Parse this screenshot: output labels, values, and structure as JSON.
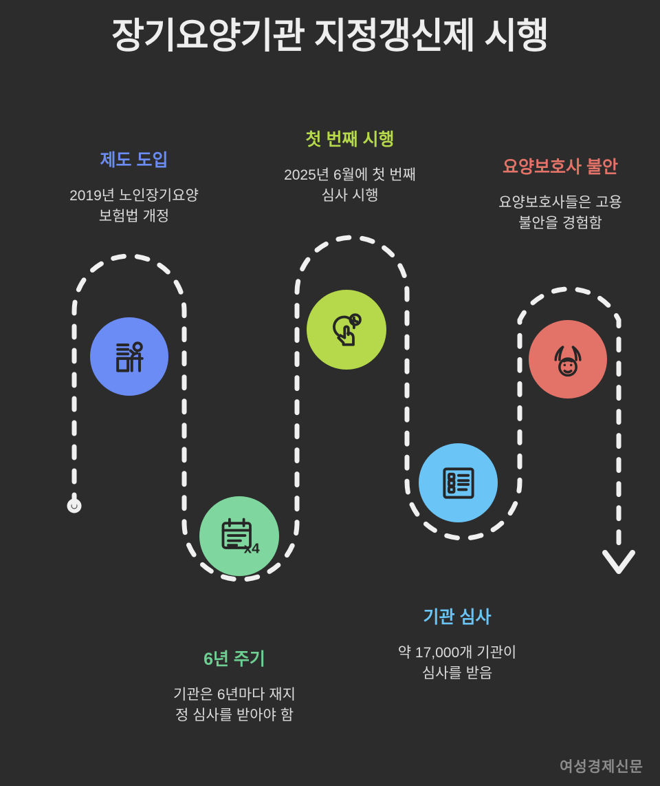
{
  "page": {
    "title": "장기요양기관 지정갱신제 시행",
    "background_color": "#2c2c2c",
    "title_color": "#eeeeee",
    "watermark": "여성경제신문"
  },
  "path": {
    "style": "dashed",
    "color": "#f0f0f0",
    "start_marker": "circle",
    "end_marker": "arrow"
  },
  "steps": [
    {
      "id": "step-1",
      "heading": "제도 도입",
      "heading_color": "#6B8CF5",
      "body": "2019년 노인장기요양\n보험법 개정",
      "body_line_1": "2019년 노인장기요양",
      "body_line_2": "보험법 개정",
      "circle_color": "#6B8CF5",
      "icon": "person-at-desk-icon"
    },
    {
      "id": "step-2",
      "heading": "6년 주기",
      "heading_color": "#6ECF93",
      "body": "기관은 6년마다 재지\n정 심사를 받아야 함",
      "body_line_1": "기관은 6년마다 재지",
      "body_line_2": "정 심사를 받아야 함",
      "circle_color": "#7FD69E",
      "icon": "calendar-x4-icon",
      "icon_label": "x4"
    },
    {
      "id": "step-3",
      "heading": "첫 번째 시행",
      "heading_color": "#B5D94A",
      "body": "2025년 6월에 첫 번째\n심사 시행",
      "body_line_1": "2025년 6월에 첫 번째",
      "body_line_2": "심사 시행",
      "circle_color": "#B5D94A",
      "icon": "hand-touch-person-icon"
    },
    {
      "id": "step-4",
      "heading": "기관 심사",
      "heading_color": "#6AC4F5",
      "body": "약 17,000개 기관이\n심사를 받음",
      "body_line_1": "약 17,000개 기관이",
      "body_line_2": "심사를 받음",
      "circle_color": "#6AC4F5",
      "icon": "checklist-document-icon"
    },
    {
      "id": "step-5",
      "heading": "요양보호사 불안",
      "heading_color": "#E37368",
      "body": "요양보호사들은 고용\n불안을 경험함",
      "body_line_1": "요양보호사들은 고용",
      "body_line_2": "불안을 경험함",
      "circle_color": "#E37368",
      "icon": "anxious-person-icon"
    }
  ]
}
